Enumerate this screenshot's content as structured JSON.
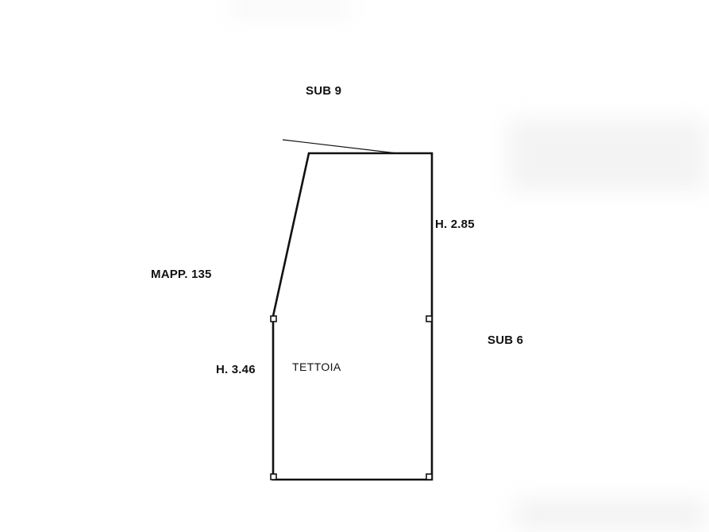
{
  "labels": {
    "north_neighbor": "SUB 9",
    "west_neighbor": "MAPP. 135",
    "east_neighbor": "SUB 6",
    "height_east": "H. 2.85",
    "height_west": "H. 3.46",
    "room": "TETTOIA"
  },
  "colors": {
    "line": "#111111",
    "background": "#ffffff"
  }
}
